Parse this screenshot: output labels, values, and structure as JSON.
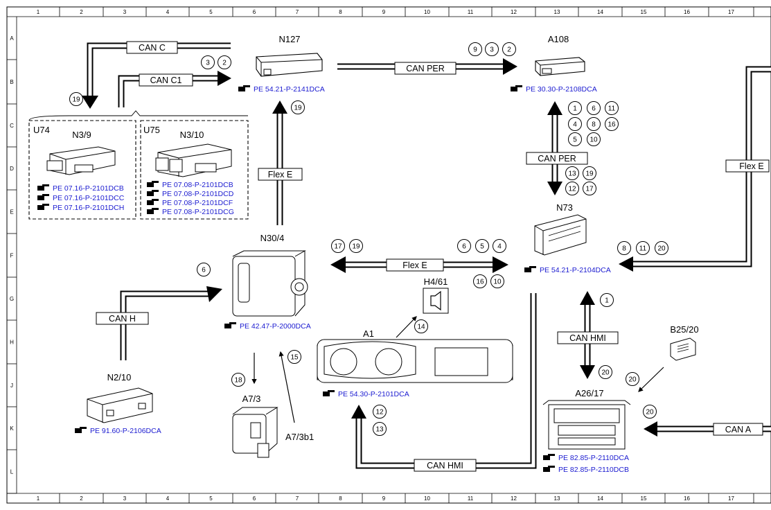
{
  "grid": {
    "columns": [
      "1",
      "2",
      "3",
      "4",
      "5",
      "6",
      "7",
      "8",
      "9",
      "10",
      "11",
      "12",
      "13",
      "14",
      "15",
      "16",
      "17"
    ],
    "rows": [
      "A",
      "B",
      "C",
      "D",
      "E",
      "F",
      "G",
      "H",
      "J",
      "K",
      "L"
    ]
  },
  "components": {
    "n127": "N127",
    "a108": "A108",
    "u74": "U74",
    "n3_9": "N3/9",
    "u75": "U75",
    "n3_10": "N3/10",
    "n73": "N73",
    "n30_4": "N30/4",
    "h4_61": "H4/61",
    "a1": "A1",
    "n2_10": "N2/10",
    "a7_3": "A7/3",
    "a7_3b1": "A7/3b1",
    "b25_20": "B25/20",
    "a26_17": "A26/17"
  },
  "buses": {
    "can_c": "CAN C",
    "can_c1": "CAN C1",
    "can_per_top": "CAN PER",
    "can_per_vertical": "CAN PER",
    "flex_e_vertical": "Flex E",
    "flex_e_horizontal": "Flex E",
    "flex_e_right": "Flex E",
    "can_h": "CAN H",
    "can_hmi_vertical": "CAN HMI",
    "can_hmi_bottom": "CAN HMI",
    "can_a": "CAN A"
  },
  "refs": {
    "n127": "PE 54.21-P-2141DCA",
    "a108": "PE 30.30-P-2108DCA",
    "n3_9": [
      "PE 07.16-P-2101DCB",
      "PE 07.16-P-2101DCC",
      "PE 07.16-P-2101DCH"
    ],
    "n3_10": [
      "PE 07.08-P-2101DCB",
      "PE 07.08-P-2101DCD",
      "PE 07.08-P-2101DCF",
      "PE 07.08-P-2101DCG"
    ],
    "n73": "PE 54.21-P-2104DCA",
    "n30_4": "PE 42.47-P-2000DCA",
    "a1": "PE 54.30-P-2101DCA",
    "n2_10": "PE 91.60-P-2106DCA",
    "a26_17": [
      "PE 82.85-P-2110DCA",
      "PE 82.85-P-2110DCB"
    ]
  },
  "signal_numbers": {
    "n127_in": [
      "3",
      "2"
    ],
    "a108_in": [
      "9",
      "3",
      "2"
    ],
    "can_c_down": [
      "19"
    ],
    "n127_up": [
      "19"
    ],
    "a108_can_per": [
      "1",
      "6",
      "11",
      "4",
      "8",
      "16",
      "5",
      "10"
    ],
    "n73_can_per": [
      "13",
      "19",
      "12",
      "17"
    ],
    "flex_e_left": [
      "17",
      "19"
    ],
    "flex_e_right_top": [
      "6",
      "5",
      "4"
    ],
    "flex_e_right_bottom": [
      "16",
      "10"
    ],
    "n73_flex": [
      "8",
      "11",
      "20"
    ],
    "n30_4_in": [
      "6"
    ],
    "h4_61": [
      "14"
    ],
    "n30_4_a7": [
      "15"
    ],
    "a7_3_in": [
      "18"
    ],
    "n73_can_hmi": [
      "1"
    ],
    "a26_17_can_hmi": [
      "20"
    ],
    "b25_20": [
      "20"
    ],
    "a26_17_can_a": [
      "20"
    ],
    "a1_can_hmi": [
      "12",
      "13"
    ]
  },
  "colors": {
    "line": "#000000",
    "reference_text": "#1a1ad0",
    "frame_bg": "#ffffff"
  },
  "icon_names": {
    "reference": "pointing-hand-icon",
    "speaker": "speaker-icon"
  }
}
